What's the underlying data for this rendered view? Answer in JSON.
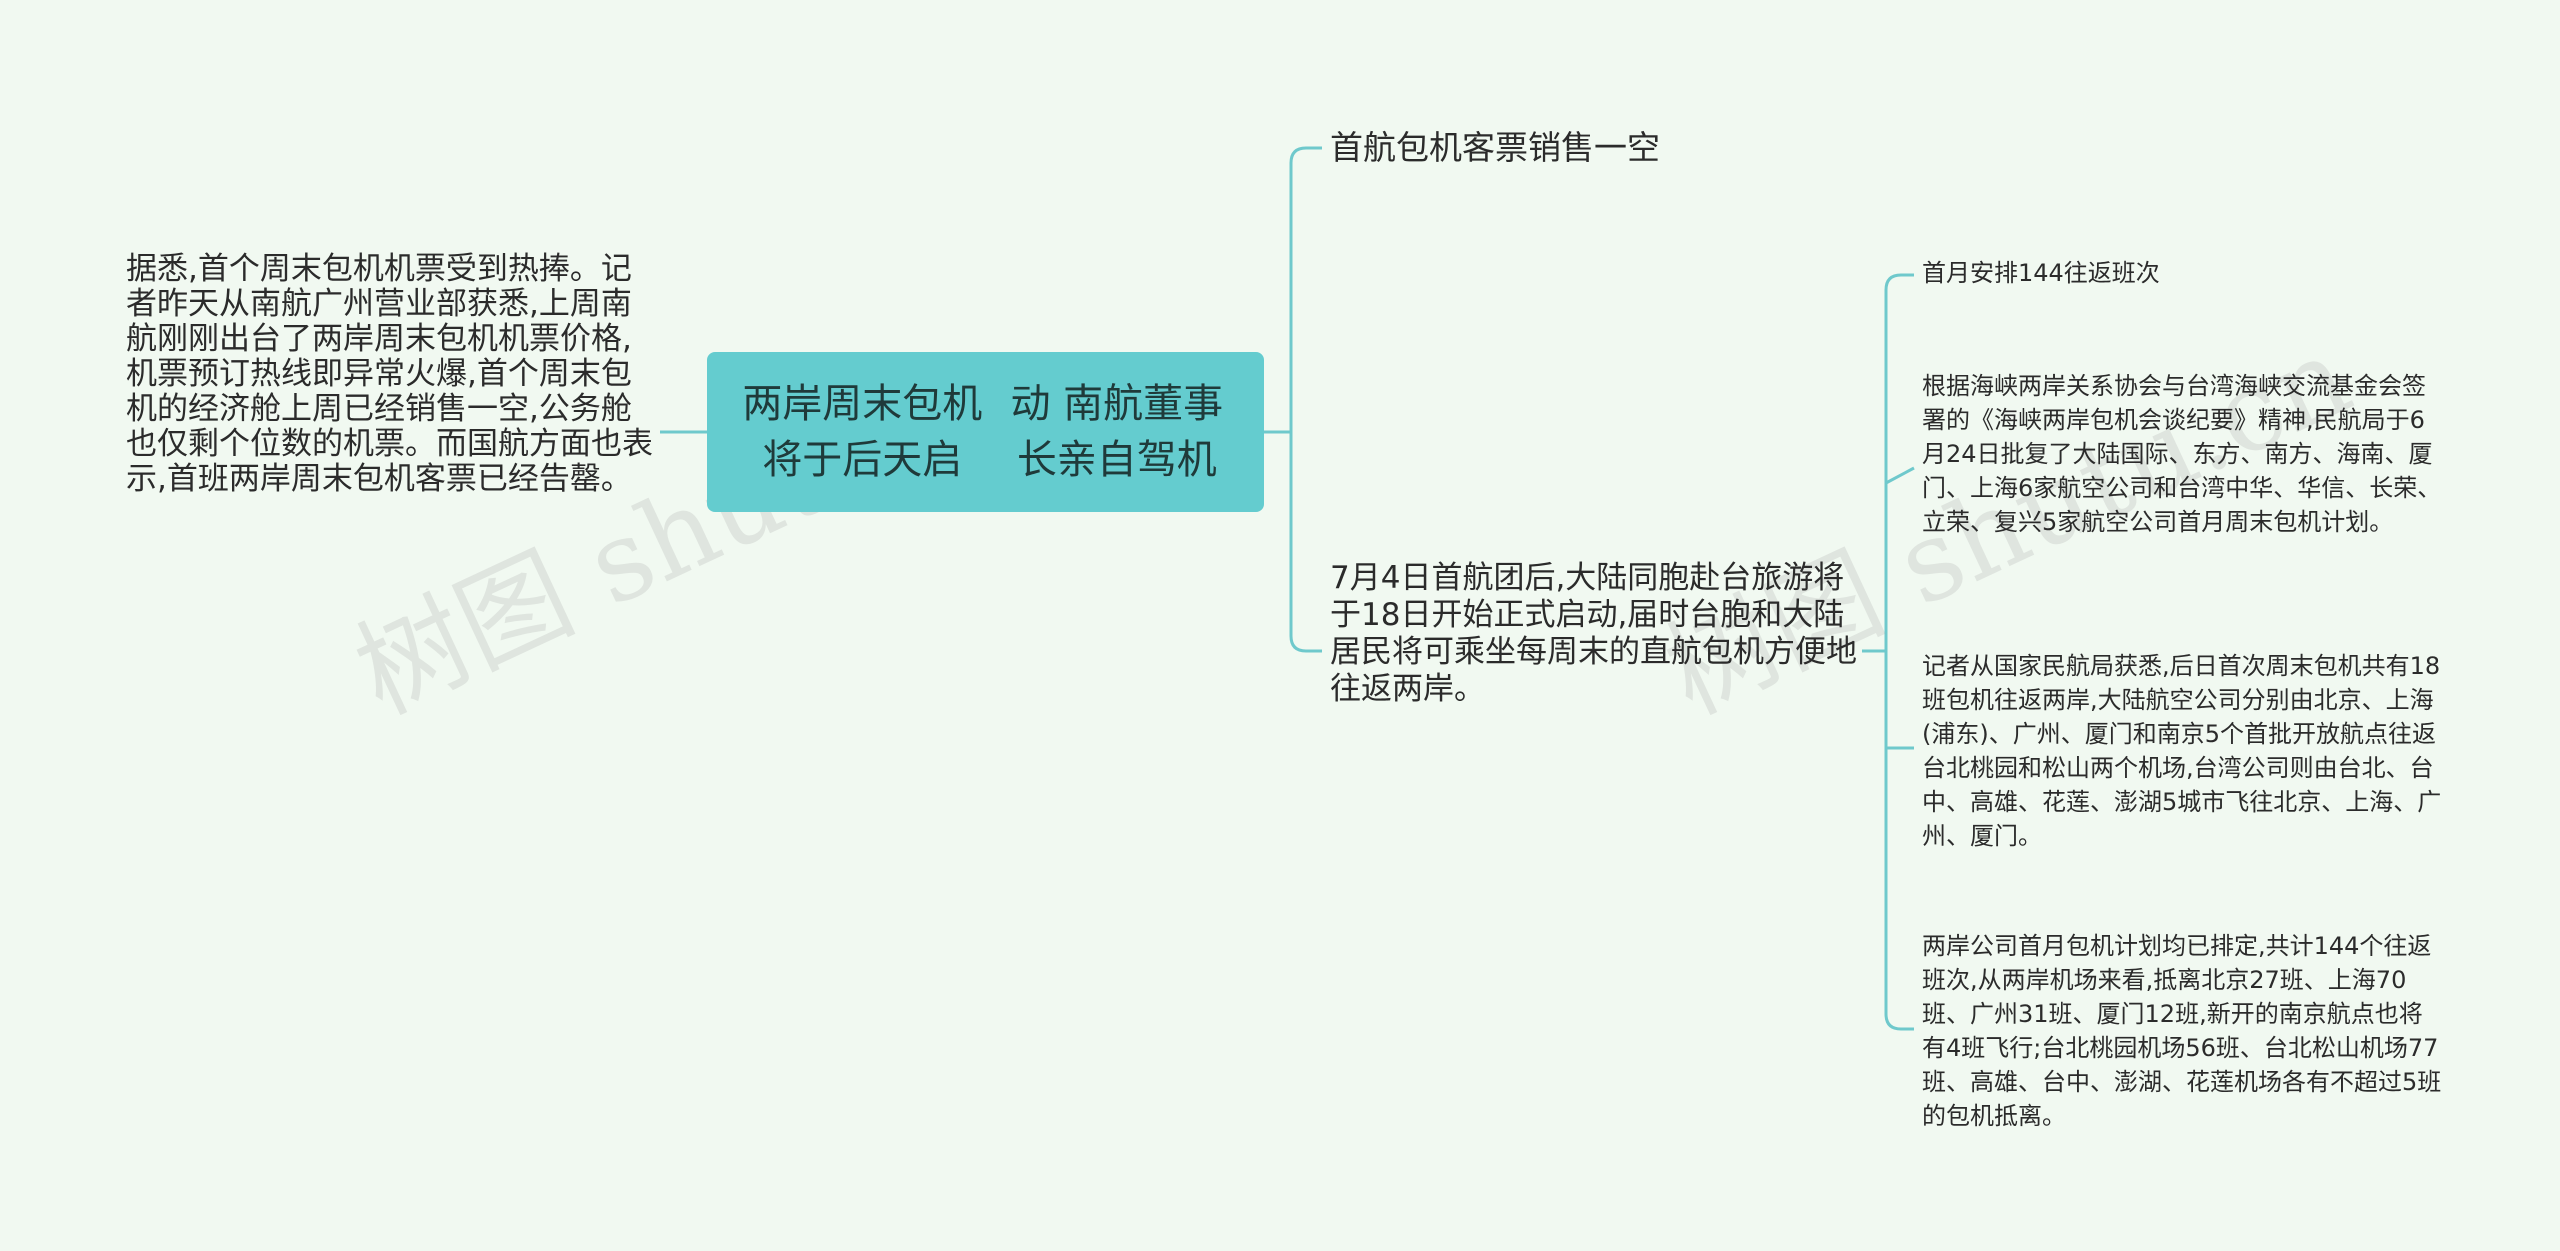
{
  "root": {
    "title_line1": "两岸周末包机将于后天启",
    "title_line2": "动 南航董事长亲自驾机"
  },
  "left_branch": {
    "text": "据悉,首个周末包机机票受到热捧。记者昨天从南航广州营业部获悉,上周南航刚刚出台了两岸周末包机机票价格,机票预订热线即异常火爆,首个周末包机的经济舱上周已经销售一空,公务舱也仅剩个位数的机票。而国航方面也表示,首班两岸周末包机客票已经告罄。"
  },
  "right_branches": [
    {
      "text": "首航包机客票销售一空"
    },
    {
      "text": "7月4日首航团后,大陆同胞赴台旅游将于18日开始正式启动,届时台胞和大陆居民将可乘坐每周末的直航包机方便地往返两岸。",
      "children": [
        {
          "text": "首月安排144往返班次"
        },
        {
          "text": "根据海峡两岸关系协会与台湾海峡交流基金会签署的《海峡两岸包机会谈纪要》精神,民航局于6月24日批复了大陆国际、东方、南方、海南、厦门、上海6家航空公司和台湾中华、华信、长荣、立荣、复兴5家航空公司首月周末包机计划。"
        },
        {
          "text": "记者从国家民航局获悉,后日首次周末包机共有18班包机往返两岸,大陆航空公司分别由北京、上海(浦东)、广州、厦门和南京5个首批开放航点往返台北桃园和松山两个机场,台湾公司则由台北、台中、高雄、花莲、澎湖5城市飞往北京、上海、广州、厦门。"
        },
        {
          "text": "两岸公司首月包机计划均已排定,共计144个往返班次,从两岸机场来看,抵离北京27班、上海70班、广州31班、厦门12班,新开的南京航点也将有4班飞行;台北桃园机场56班、台北松山机场77班、高雄、台中、澎湖、花莲机场各有不超过5班的包机抵离。"
        }
      ]
    }
  ],
  "watermarks": [
    "树图 shutu.cn",
    "树图 shutu.cn"
  ],
  "colors": {
    "background": "#f1f9f1",
    "root_fill": "#64cccf",
    "connector": "#6fc9cc"
  }
}
